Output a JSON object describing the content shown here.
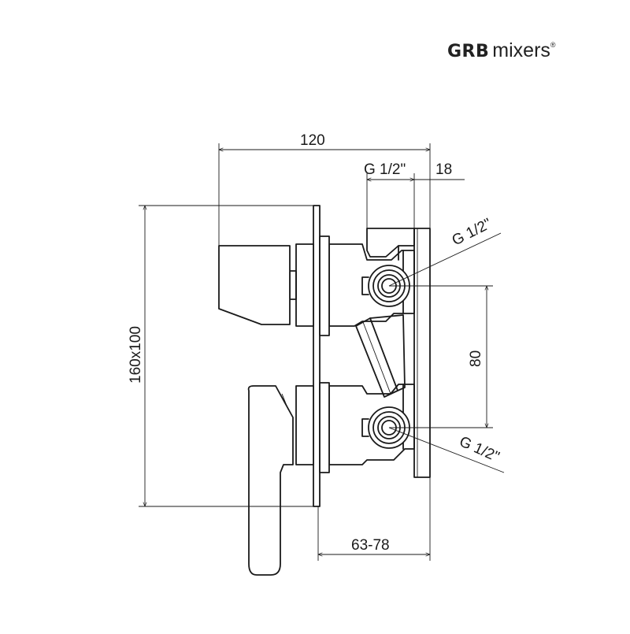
{
  "logo": {
    "brand": "GRB",
    "product": "mixers",
    "reg": "®"
  },
  "dimensions": {
    "depth_total": "120",
    "thread_top": "G 1/2\"",
    "plate": "18",
    "thread_upper": "G 1/2\"",
    "plate_size": "160x100",
    "center_distance": "80",
    "thread_lower": "G 1/2\"",
    "install_depth": "63-78"
  }
}
